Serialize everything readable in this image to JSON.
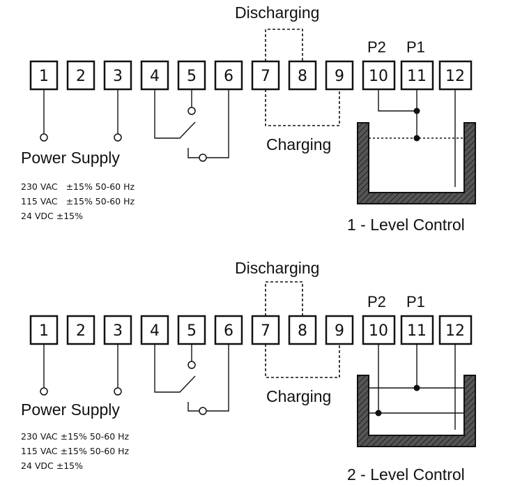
{
  "diagrams": [
    {
      "terminals": [
        "1",
        "2",
        "3",
        "4",
        "5",
        "6",
        "7",
        "8",
        "9",
        "10",
        "11",
        "12"
      ],
      "probe_p2": "P2",
      "probe_p1": "P1",
      "discharging": "Discharging",
      "charging": "Charging",
      "power_supply": "Power Supply",
      "specs": [
        "230 VAC   ±15% 50-60 Hz",
        "115 VAC   ±15% 50-60 Hz",
        "24 VDC ±15%"
      ],
      "title": "1 - Level Control"
    },
    {
      "terminals": [
        "1",
        "2",
        "3",
        "4",
        "5",
        "6",
        "7",
        "8",
        "9",
        "10",
        "11",
        "12"
      ],
      "probe_p2": "P2",
      "probe_p1": "P1",
      "discharging": "Discharging",
      "charging": "Charging",
      "power_supply": "Power Supply",
      "specs": [
        "230 VAC ±15% 50-60 Hz",
        "115 VAC ±15% 50-60 Hz",
        "24 VDC ±15%"
      ],
      "title": "2 - Level Control"
    }
  ]
}
